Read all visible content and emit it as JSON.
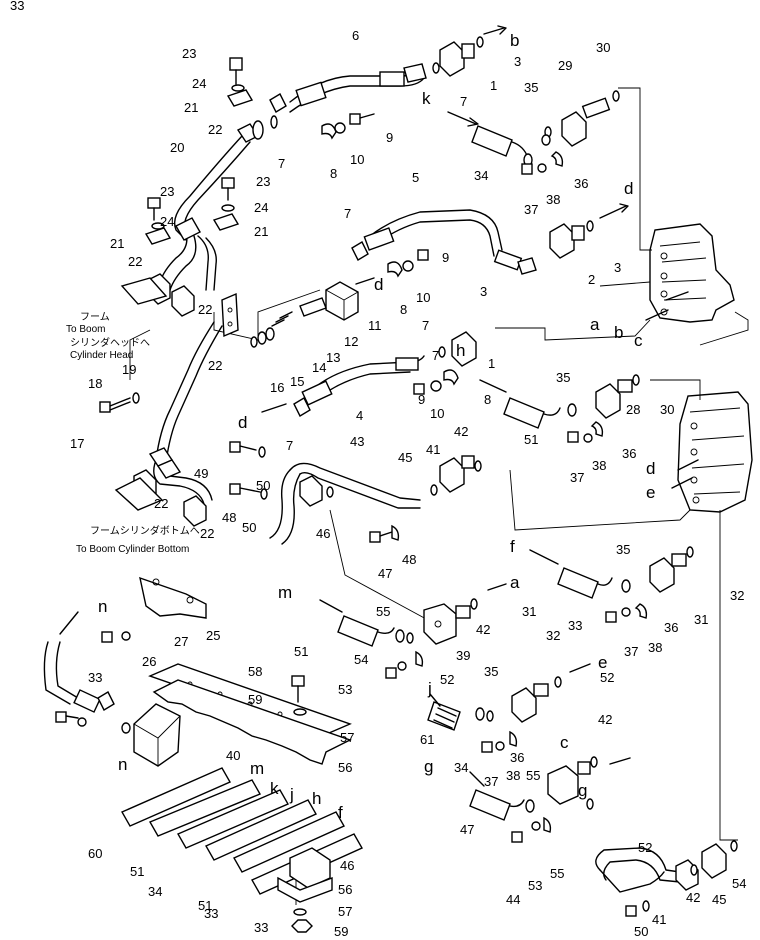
{
  "callouts": [
    {
      "t": "6"
    },
    {
      "t": "b"
    },
    {
      "t": "3"
    },
    {
      "t": "1"
    },
    {
      "t": "7"
    },
    {
      "t": "30"
    },
    {
      "t": "29"
    },
    {
      "t": "35"
    },
    {
      "t": "k"
    },
    {
      "t": "23"
    },
    {
      "t": "24"
    },
    {
      "t": "21"
    },
    {
      "t": "22"
    },
    {
      "t": "7"
    },
    {
      "t": "8"
    },
    {
      "t": "10"
    },
    {
      "t": "9"
    },
    {
      "t": "34"
    },
    {
      "t": "36"
    },
    {
      "t": "37"
    },
    {
      "t": "38"
    },
    {
      "t": "20"
    },
    {
      "t": "23"
    },
    {
      "t": "24"
    },
    {
      "t": "21"
    },
    {
      "t": "23"
    },
    {
      "t": "24"
    },
    {
      "t": "21"
    },
    {
      "t": "5"
    },
    {
      "t": "d"
    },
    {
      "t": "7"
    },
    {
      "t": "3"
    },
    {
      "t": "2"
    },
    {
      "t": "22"
    },
    {
      "t": "22"
    },
    {
      "t": "d"
    },
    {
      "t": "8"
    },
    {
      "t": "10"
    },
    {
      "t": "9"
    },
    {
      "t": "7"
    },
    {
      "t": "3"
    },
    {
      "t": "a"
    },
    {
      "t": "b"
    },
    {
      "t": "c"
    },
    {
      "t": "11"
    },
    {
      "t": "12"
    },
    {
      "t": "13"
    },
    {
      "t": "14"
    },
    {
      "t": "15"
    },
    {
      "t": "16"
    },
    {
      "t": "22"
    },
    {
      "t": "1"
    },
    {
      "t": "7"
    },
    {
      "t": "h"
    },
    {
      "t": "8"
    },
    {
      "t": "10"
    },
    {
      "t": "9"
    },
    {
      "t": "4"
    },
    {
      "t": "18"
    },
    {
      "t": "19"
    },
    {
      "t": "d"
    },
    {
      "t": "7"
    },
    {
      "t": "17"
    },
    {
      "t": "35"
    },
    {
      "t": "28"
    },
    {
      "t": "30"
    },
    {
      "t": "51"
    },
    {
      "t": "36"
    },
    {
      "t": "38"
    },
    {
      "t": "37"
    },
    {
      "t": "43"
    },
    {
      "t": "45"
    },
    {
      "t": "41"
    },
    {
      "t": "42"
    },
    {
      "t": "49"
    },
    {
      "t": "50"
    },
    {
      "t": "48"
    },
    {
      "t": "50"
    },
    {
      "t": "46"
    },
    {
      "t": "22"
    },
    {
      "t": "22"
    },
    {
      "t": "d"
    },
    {
      "t": "e"
    },
    {
      "t": "48"
    },
    {
      "t": "47"
    },
    {
      "t": "f"
    },
    {
      "t": "35"
    },
    {
      "t": "32"
    },
    {
      "t": "31"
    },
    {
      "t": "n"
    },
    {
      "t": "25"
    },
    {
      "t": "m"
    },
    {
      "t": "55"
    },
    {
      "t": "a"
    },
    {
      "t": "27"
    },
    {
      "t": "26"
    },
    {
      "t": "51"
    },
    {
      "t": "54"
    },
    {
      "t": "42"
    },
    {
      "t": "39"
    },
    {
      "t": "33"
    },
    {
      "t": "38"
    },
    {
      "t": "36"
    },
    {
      "t": "37"
    },
    {
      "t": "52"
    },
    {
      "t": "33"
    },
    {
      "t": "58"
    },
    {
      "t": "53"
    },
    {
      "t": "52"
    },
    {
      "t": "j"
    },
    {
      "t": "32"
    },
    {
      "t": "31"
    },
    {
      "t": "e"
    },
    {
      "t": "59"
    },
    {
      "t": "35"
    },
    {
      "t": "61"
    },
    {
      "t": "57"
    },
    {
      "t": "37"
    },
    {
      "t": "38"
    },
    {
      "t": "55"
    },
    {
      "t": "56"
    },
    {
      "t": "34"
    },
    {
      "t": "36"
    },
    {
      "t": "42"
    },
    {
      "t": "c"
    },
    {
      "t": "40"
    },
    {
      "t": "m"
    },
    {
      "t": "k"
    },
    {
      "t": "j"
    },
    {
      "t": "h"
    },
    {
      "t": "g"
    },
    {
      "t": "f"
    },
    {
      "t": "g"
    },
    {
      "t": "46"
    },
    {
      "t": "56"
    },
    {
      "t": "57"
    },
    {
      "t": "59"
    },
    {
      "t": "60"
    },
    {
      "t": "51"
    },
    {
      "t": "34"
    },
    {
      "t": "51"
    },
    {
      "t": "33"
    },
    {
      "t": "33"
    },
    {
      "t": "n"
    },
    {
      "t": "55"
    },
    {
      "t": "52"
    },
    {
      "t": "44"
    },
    {
      "t": "53"
    },
    {
      "t": "54"
    },
    {
      "t": "42"
    },
    {
      "t": "45"
    },
    {
      "t": "41"
    },
    {
      "t": "50"
    },
    {
      "t": "47"
    },
    {
      "t": "33"
    }
  ],
  "notes": {
    "to_boom_jp": "フーム",
    "to_boom": "To Boom",
    "cyl_head_jp": "シリンダヘッドへ",
    "cyl_head": "Cylinder Head",
    "cyl_bottom_jp": "フームシリンダボトムへ",
    "cyl_bottom": "To Boom Cylinder Bottom"
  }
}
